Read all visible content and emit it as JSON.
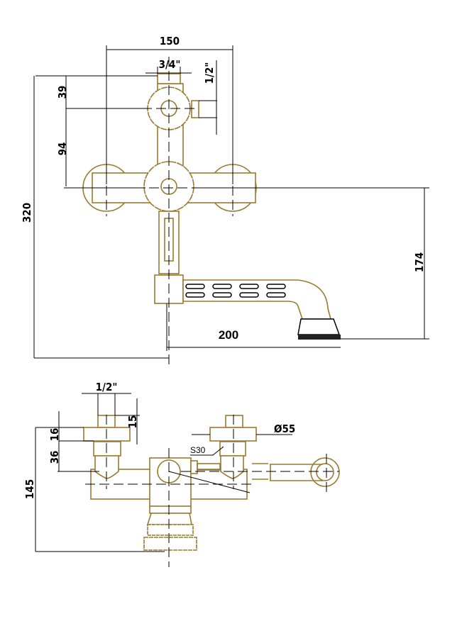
{
  "title": "Bath mixer technical drawing",
  "colors": {
    "outline": "#9a7a2e",
    "dimension": "#000000"
  },
  "front_view": {
    "dims": {
      "width": "150",
      "inlet_top": "3/4\"",
      "inlet_side": "1/2\"",
      "top_offset": "39",
      "knob_spacing": "94",
      "total_height": "320",
      "spout_drop": "174",
      "spout_reach": "200"
    }
  },
  "top_view": {
    "dims": {
      "connector": "1/2\"",
      "connector_height": "15",
      "flange_height": "16",
      "nut_height": "36",
      "depth": "145",
      "flange_diameter": "Ø55",
      "nut_size": "S30"
    }
  }
}
